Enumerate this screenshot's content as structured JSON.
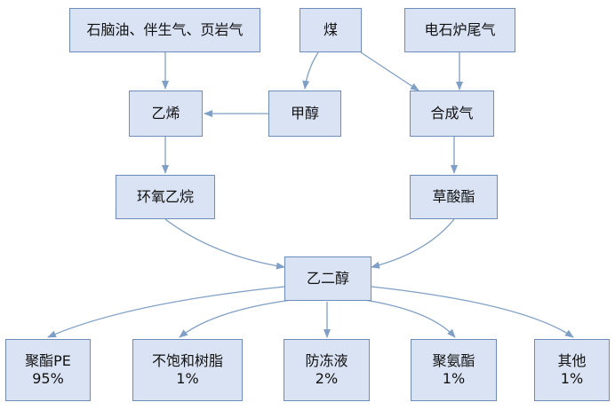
{
  "nodes": {
    "petroleum_gas": "石脑油、伴生气、页岩气",
    "coal": "煤",
    "calcium_carbide_gas": "电石炉尾气",
    "ethylene": "乙烯",
    "methanol": "甲醇",
    "syngas": "合成气",
    "ethylene_oxide": "环氧乙烷",
    "oxalate": "草酸酯",
    "ethylene_glycol": "乙二醇",
    "pet": {
      "name": "聚酯PE",
      "share": "95%"
    },
    "unsaturated_resin": {
      "name": "不饱和树脂",
      "share": "1%"
    },
    "antifreeze": {
      "name": "防冻液",
      "share": "2%"
    },
    "polyurethane": {
      "name": "聚氨酯",
      "share": "1%"
    },
    "other": {
      "name": "其他",
      "share": "1%"
    }
  },
  "colors": {
    "node_fill": "#dae3f3",
    "node_border": "#6f8bb8",
    "arrow": "#7f9fc6"
  }
}
